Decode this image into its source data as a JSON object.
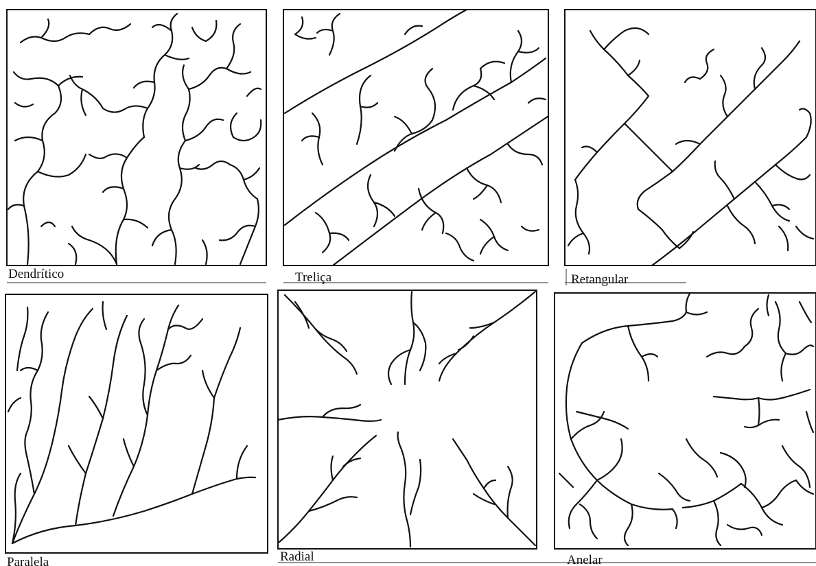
{
  "panels": [
    {
      "id": "dendritico",
      "label": "Dendrítico"
    },
    {
      "id": "trelica",
      "label": "Treliça"
    },
    {
      "id": "retangular",
      "label": "Retangular"
    },
    {
      "id": "paralela",
      "label": "Paralela"
    },
    {
      "id": "radial",
      "label": "Radial"
    },
    {
      "id": "anelar",
      "label": "Anelar"
    }
  ]
}
